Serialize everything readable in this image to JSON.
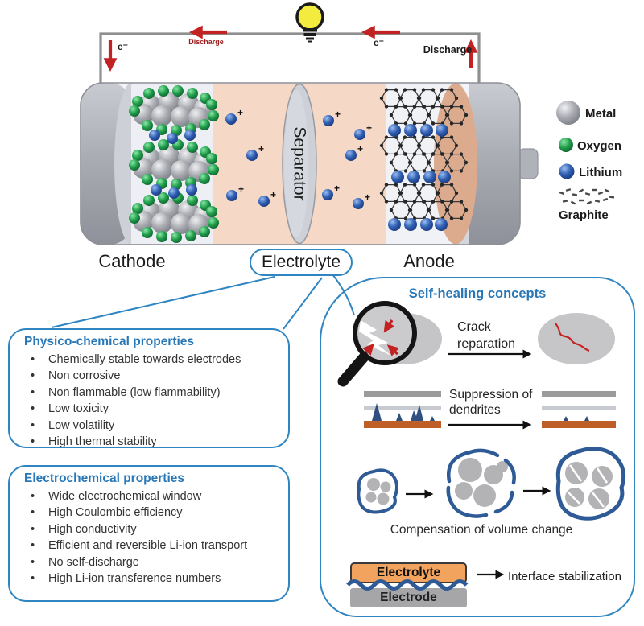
{
  "circuit": {
    "discharge_left": "Discharge",
    "discharge_right": "Discharge",
    "electron_left": "e⁻",
    "electron_right": "e⁻"
  },
  "battery": {
    "cathode": "Cathode",
    "electrolyte": "Electrolyte",
    "anode": "Anode",
    "separator": "Separator",
    "ion_plus": "+"
  },
  "legend": {
    "items": [
      {
        "icon": "metal-sphere-icon",
        "label": "Metal"
      },
      {
        "icon": "oxygen-sphere-icon",
        "label": "Oxygen"
      },
      {
        "icon": "lithium-sphere-icon",
        "label": "Lithium"
      },
      {
        "icon": "graphite-speckle-icon",
        "label": "Graphite"
      }
    ]
  },
  "physico": {
    "title": "Physico-chemical properties",
    "items": [
      "Chemically stable towards electrodes",
      "Non corrosive",
      "Non flammable (low flammability)",
      "Low toxicity",
      "Low volatility",
      "High thermal stability"
    ]
  },
  "electrochemical": {
    "title": "Electrochemical properties",
    "items": [
      "Wide electrochemical window",
      "High Coulombic efficiency",
      "High conductivity",
      "Efficient and reversible Li-ion transport",
      "No self-discharge",
      "High Li-ion transference numbers"
    ]
  },
  "self_healing": {
    "title": "Self-healing concepts",
    "crack": "Crack reparation",
    "dendrites": "Suppression of dendrites",
    "volume": "Compensation of volume change",
    "interface_label": "Interface stabilization",
    "electrolyte_chip": "Electrolyte",
    "electrode_chip": "Electrode"
  },
  "colors": {
    "accent_blue": "#2f85c2",
    "title_blue": "#2878b8",
    "electrolyte_peach": "#f5d9c6",
    "anode_tan": "#dcab8e",
    "metal_gray": "#9a9ca3",
    "oxygen_green": "#1f9e4a",
    "lithium_blue": "#2f5fb3",
    "dendrite_orange": "#bf5f28",
    "navy_outline": "#2e5a96",
    "arrow_red": "#cc2222"
  }
}
